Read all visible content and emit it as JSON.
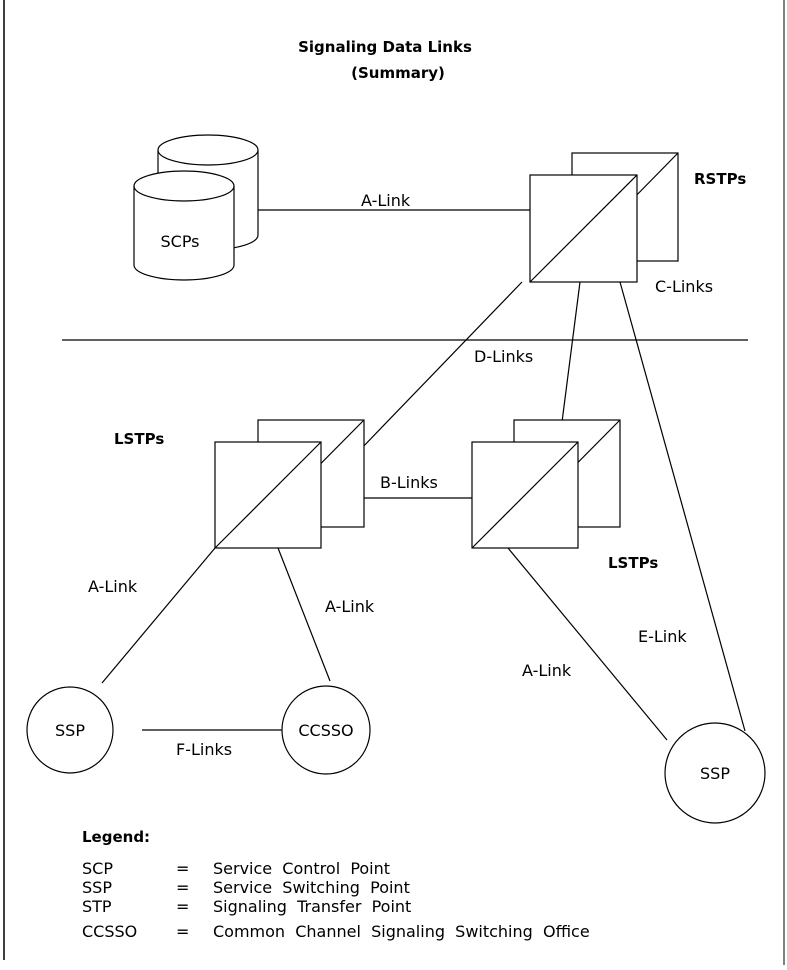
{
  "title": {
    "line1": "Signaling Data Links",
    "line2": "(Summary)"
  },
  "nodes": {
    "scp_label": "SCPs",
    "rstp_label": "RSTPs",
    "lstp_left_label": "LSTPs",
    "lstp_right_label": "LSTPs",
    "ssp_left_label": "SSP",
    "ccsso_label": "CCSSO",
    "ssp_right_label": "SSP"
  },
  "links": {
    "a_link_scp": "A-Link",
    "c_links": "C-Links",
    "d_links": "D-Links",
    "b_links": "B-Links",
    "a_link_left": "A-Link",
    "a_link_ccsso": "A-Link",
    "a_link_right": "A-Link",
    "e_link": "E-Link",
    "f_links": "F-Links"
  },
  "legend": {
    "heading": "Legend:",
    "rows": [
      {
        "abbr": "SCP",
        "eq": "=",
        "desc": "Service  Control  Point"
      },
      {
        "abbr": "SSP",
        "eq": "=",
        "desc": "Service  Switching  Point"
      },
      {
        "abbr": "STP",
        "eq": "=",
        "desc": "Signaling  Transfer  Point"
      },
      {
        "abbr": "CCSSO",
        "eq": "=",
        "desc": "Common  Channel  Signaling  Switching  Office"
      }
    ]
  }
}
